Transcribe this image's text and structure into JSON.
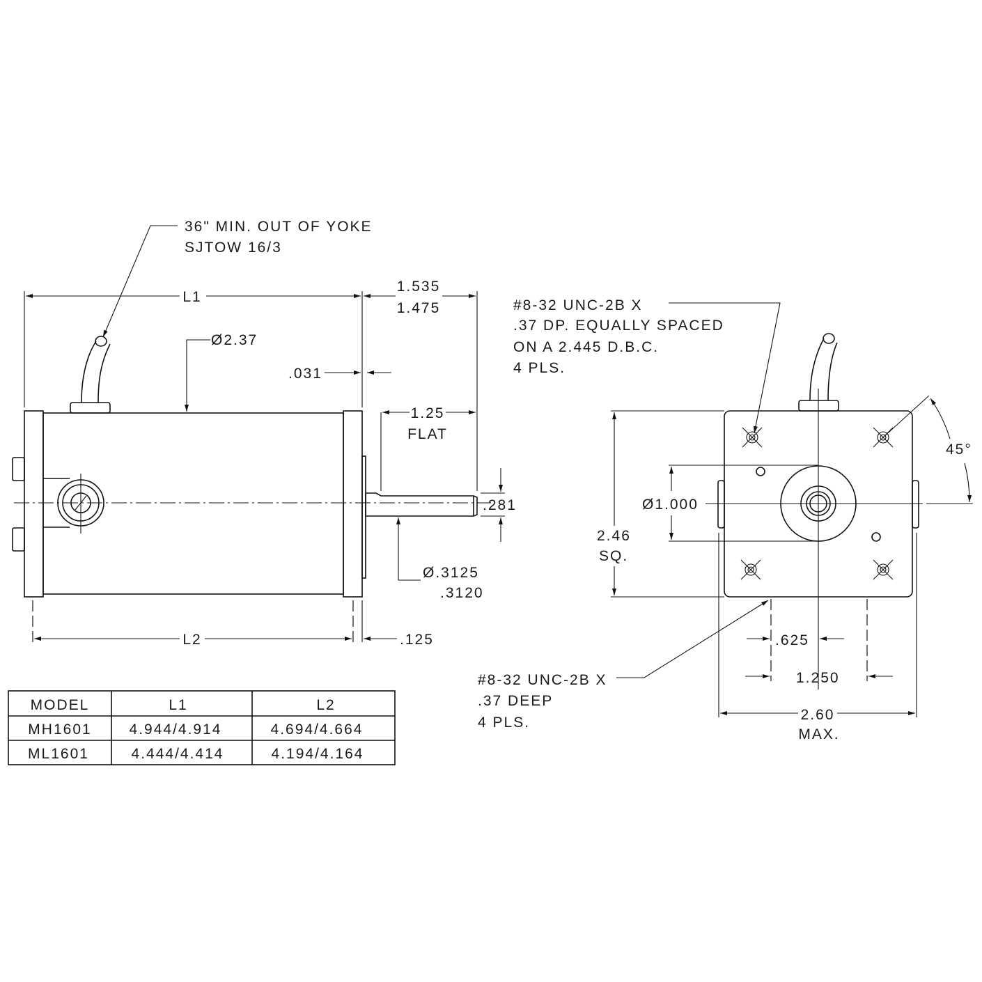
{
  "side_view": {
    "cable_note": [
      "36\" MIN. OUT OF YOKE",
      "SJTOW 16/3"
    ],
    "l1_label": "L1",
    "l2_label": "L2",
    "shaft_length": [
      "1.535",
      "1.475"
    ],
    "body_diameter": "Ø2.37",
    "plate_thickness": ".031",
    "flat_length": "1.25",
    "flat_label": "FLAT",
    "flat_depth": ".281",
    "shaft_diameter": [
      "Ø.3125",
      ".3120"
    ],
    "flange_offset": ".125"
  },
  "end_view": {
    "top_hole_note": [
      "#8-32 UNC-2B X",
      ".37 DP. EQUALLY SPACED",
      "ON A 2.445 D.B.C.",
      "4 PLS."
    ],
    "angle": "45°",
    "pilot_diameter": "Ø1.000",
    "square_size": [
      "2.46",
      "SQ."
    ],
    "bottom_hole_note": [
      "#8-32 UNC-2B X",
      ".37 DEEP",
      "4 PLS."
    ],
    "hole_offset": ".625",
    "hole_spacing": "1.250",
    "max_width": [
      "2.60",
      "MAX."
    ]
  },
  "table": {
    "headers": [
      "MODEL",
      "L1",
      "L2"
    ],
    "rows": [
      [
        "MH1601",
        "4.944/4.914",
        "4.694/4.664"
      ],
      [
        "ML1601",
        "4.444/4.414",
        "4.194/4.164"
      ]
    ]
  }
}
